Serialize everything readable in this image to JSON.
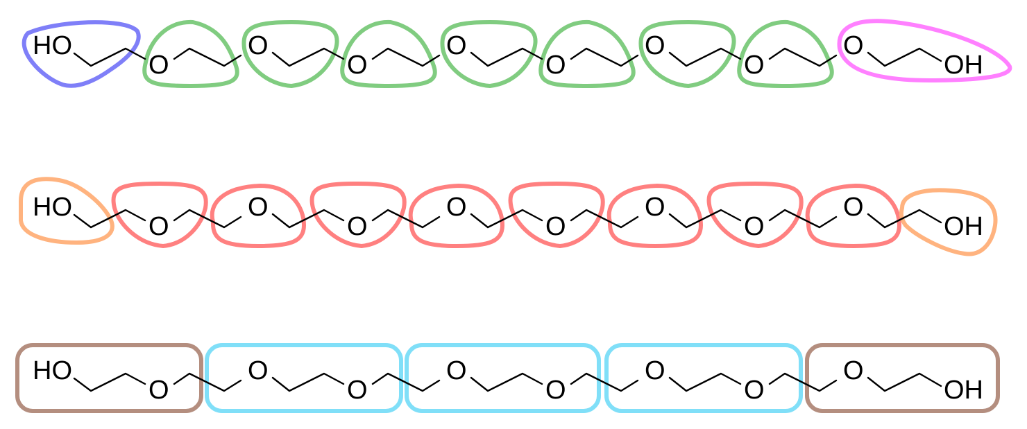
{
  "atoms": {
    "hydroxyl_left": "HO",
    "hydroxyl_right": "OH",
    "ether_oxygen": "O"
  },
  "colors": {
    "bond": "#000000",
    "row1_start": "#7f7ff8",
    "row1_repeat": "#80cc80",
    "row1_end": "#ff80ff",
    "row2_end": "#ffb37f",
    "row2_repeat": "#ff8080",
    "row3_end": "#b48e7f",
    "row3_repeat": "#80dff8"
  },
  "rows": [
    {
      "scheme": "start-repeat-end",
      "group_colors": [
        "#7f7ff8",
        "#80cc80",
        "#80cc80",
        "#80cc80",
        "#80cc80",
        "#80cc80",
        "#80cc80",
        "#80cc80",
        "#ff80ff"
      ]
    },
    {
      "scheme": "end-repeat-end",
      "group_colors": [
        "#ffb37f",
        "#ff8080",
        "#ff8080",
        "#ff8080",
        "#ff8080",
        "#ff8080",
        "#ff8080",
        "#ff8080",
        "#ff8080",
        "#ffb37f"
      ]
    },
    {
      "scheme": "dimer-blocks",
      "group_colors": [
        "#b48e7f",
        "#80dff8",
        "#80dff8",
        "#80dff8",
        "#b48e7f"
      ]
    }
  ]
}
